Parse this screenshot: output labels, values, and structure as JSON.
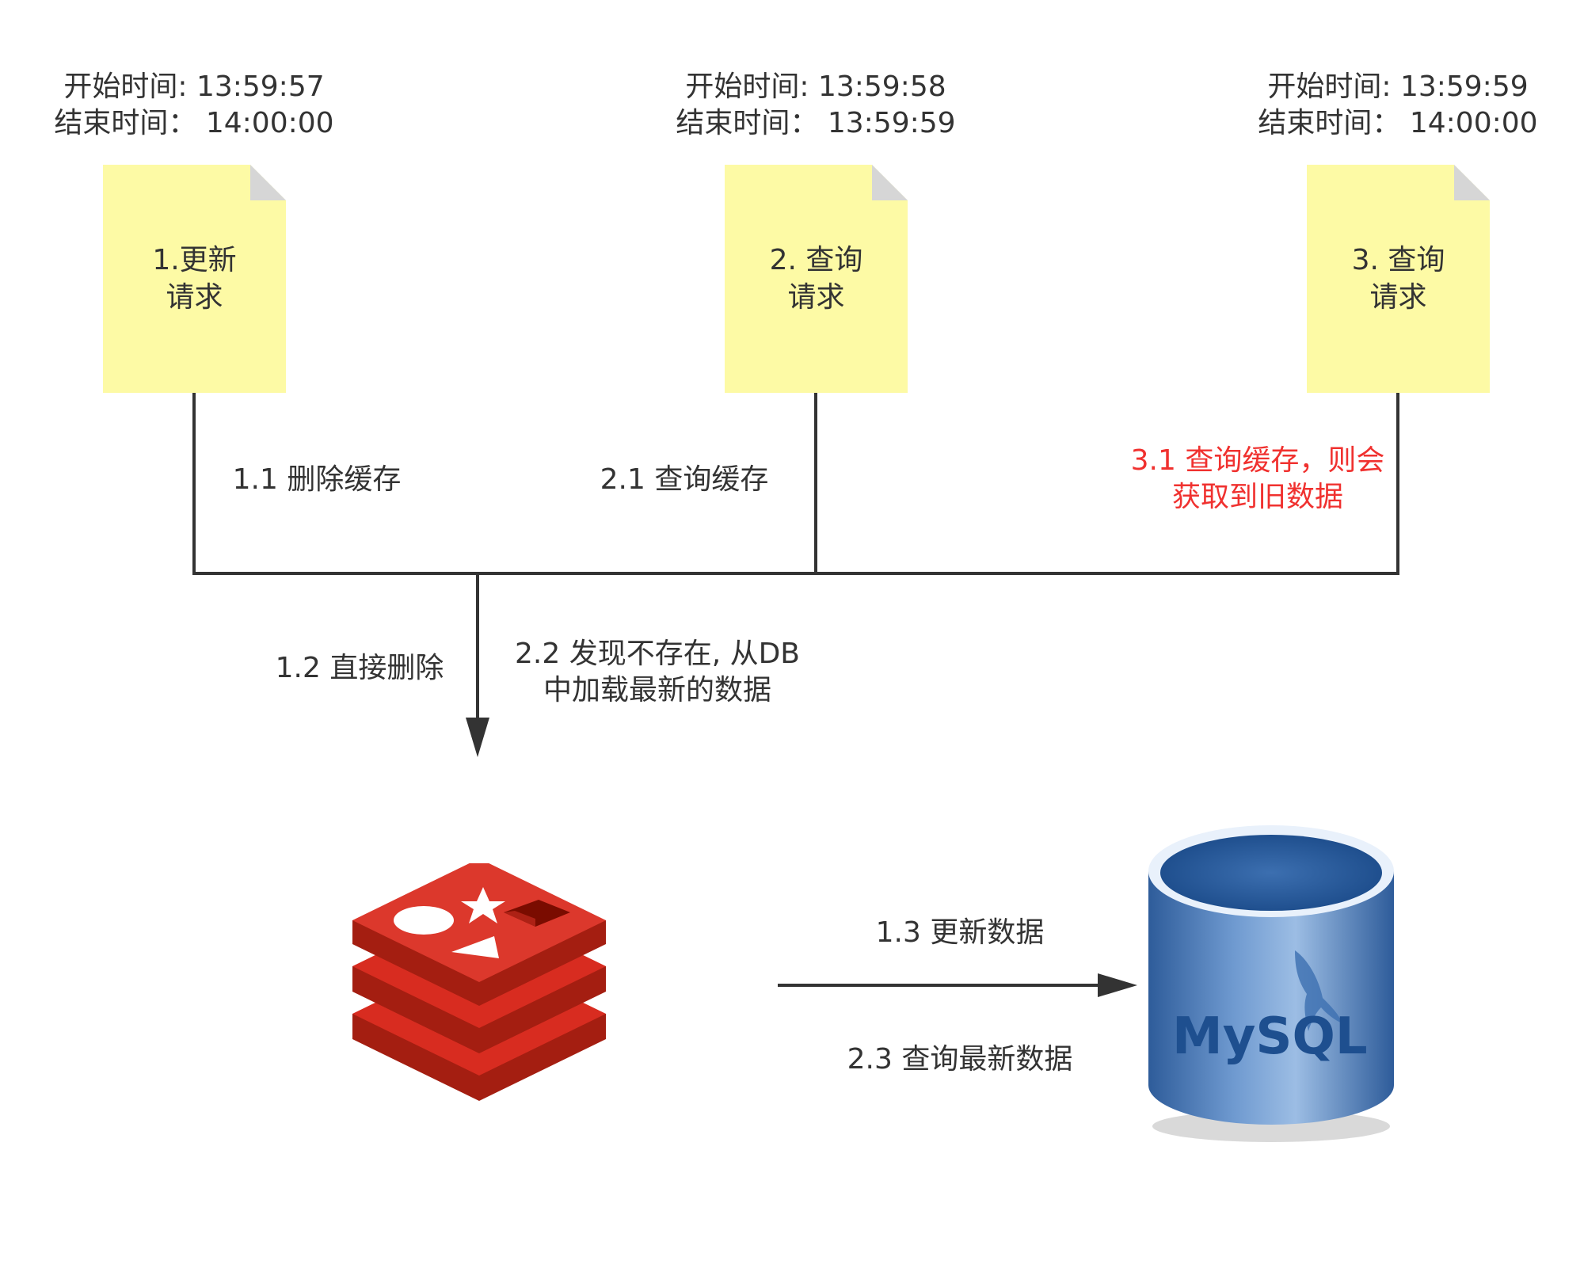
{
  "requests": [
    {
      "start_label": "开始时间: 13:59:57",
      "end_label": "结束时间： 14:00:00",
      "title": "1.更新\n请求"
    },
    {
      "start_label": "开始时间: 13:59:58",
      "end_label": "结束时间： 13:59:59",
      "title": "2. 查询\n请求"
    },
    {
      "start_label": "开始时间: 13:59:59",
      "end_label": "结束时间： 14:00:00",
      "title": "3. 查询\n请求"
    }
  ],
  "steps": {
    "s1_1": "1.1 删除缓存",
    "s2_1": "2.1 查询缓存",
    "s3_1_line1": "3.1 查询缓存，则会",
    "s3_1_line2": "获取到旧数据",
    "s1_2": "1.2 直接删除",
    "s2_2_line1": "2.2 发现不存在, 从DB",
    "s2_2_line2": "中加载最新的数据",
    "s1_3": "1.3 更新数据",
    "s2_3": "2.3 查询最新数据"
  },
  "db_label": "MySQL",
  "colors": {
    "note_fill": "#fdfaa5",
    "note_fold": "#d6d6d6",
    "line": "#333333",
    "highlight_text": "#f0312f",
    "redis_red": "#d82c20",
    "db_blue": "#3c6fb0"
  },
  "icons": {
    "cache": "redis-logo-icon",
    "database": "mysql-database-icon"
  }
}
